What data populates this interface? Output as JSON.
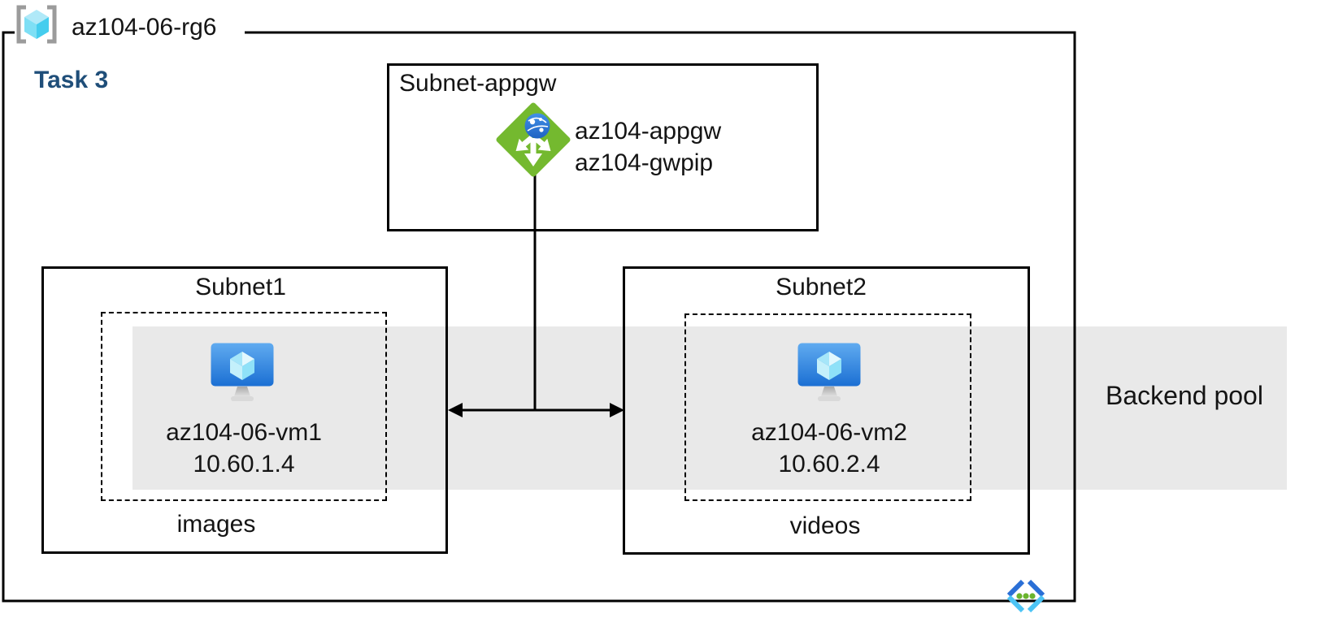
{
  "resource_group": {
    "name": "az104-06-rg6",
    "icon": "resource-group-icon"
  },
  "task_label": "Task 3",
  "appgw_subnet": {
    "label": "Subnet-appgw",
    "icon": "application-gateway-icon",
    "gateway_name": "az104-appgw",
    "public_ip_name": "az104-gwpip"
  },
  "subnet1": {
    "label": "Subnet1",
    "icon": "virtual-machine-icon",
    "vm_name": "az104-06-vm1",
    "vm_ip": "10.60.1.4",
    "container_label": "images"
  },
  "subnet2": {
    "label": "Subnet2",
    "icon": "virtual-machine-icon",
    "vm_name": "az104-06-vm2",
    "vm_ip": "10.60.2.4",
    "container_label": "videos"
  },
  "backend_pool": {
    "label": "Backend pool"
  },
  "footer_icon": "virtual-network-icon",
  "colors": {
    "task_label": "#1f4e79",
    "backend_pool_band": "#e9e9e9",
    "border": "#000000",
    "appgw_green": "#74b92f",
    "vm_screen_blue_top": "#60abf0",
    "vm_screen_blue_bottom": "#1b6fd3",
    "cube_cyan": "#50d0f0",
    "vnet_dark_blue": "#2a6fd6",
    "vnet_light_blue": "#4cc4f5",
    "vnet_dot_green": "#6ab42e",
    "rg_bracket_gray": "#9b9b9b"
  }
}
